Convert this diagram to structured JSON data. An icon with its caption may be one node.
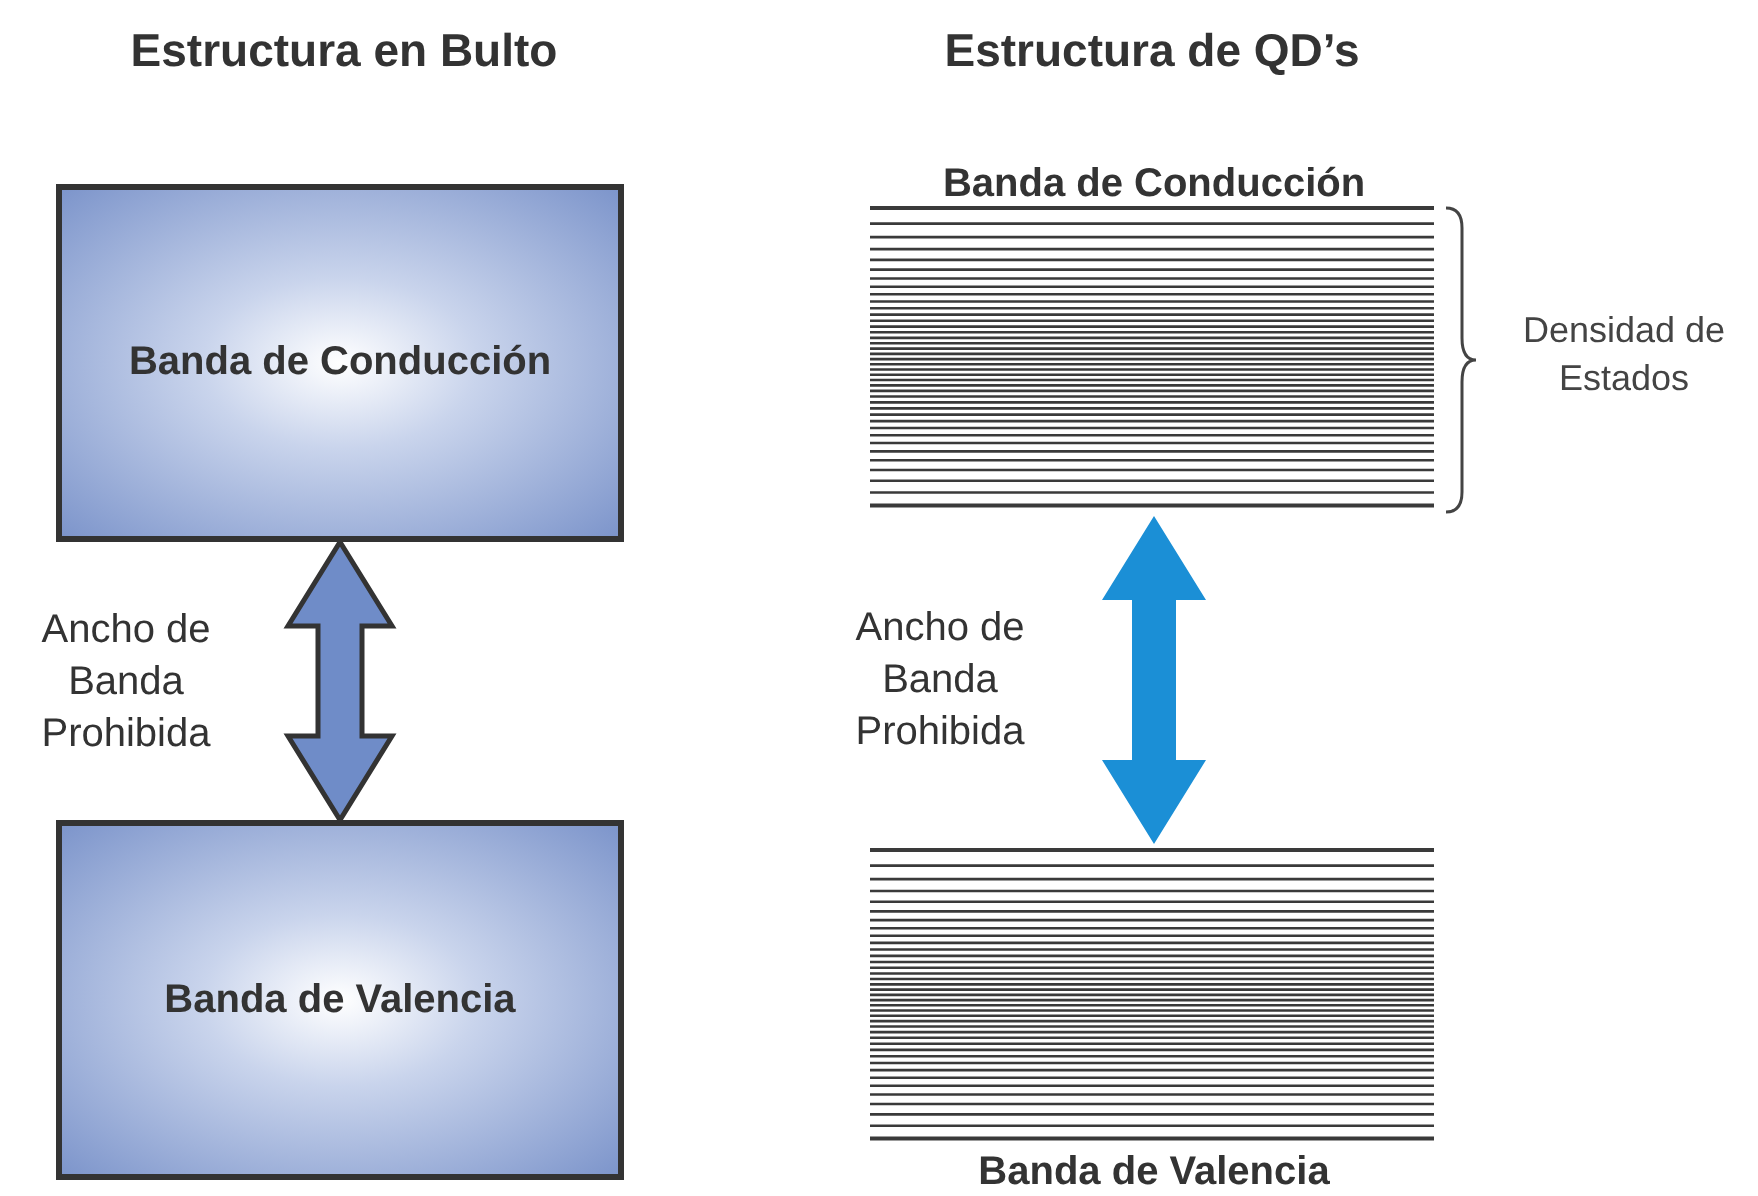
{
  "diagram": {
    "nodes": [
      {
        "text": [
          "Banda de Conducción"
        ]
      },
      {
        "text": [
          "Banda de Valencia"
        ]
      },
      {
        "text": [
          "Banda de Conducción"
        ],
        "beside": [
          "Densidad de Estados"
        ]
      },
      {
        "text": [
          "Banda de Valencia"
        ]
      }
    ],
    "edges": [
      {
        "from": 0,
        "to": 1,
        "arrow": "both",
        "label": "Ancho de Banda Prohibida"
      },
      {
        "from": 2,
        "to": 3,
        "arrow": "both",
        "label": "Ancho de Banda Prohibida",
        "color": "#1b8fd6"
      }
    ],
    "labels": [
      "Estructura en Bulto",
      "Estructura de QD’s"
    ]
  }
}
